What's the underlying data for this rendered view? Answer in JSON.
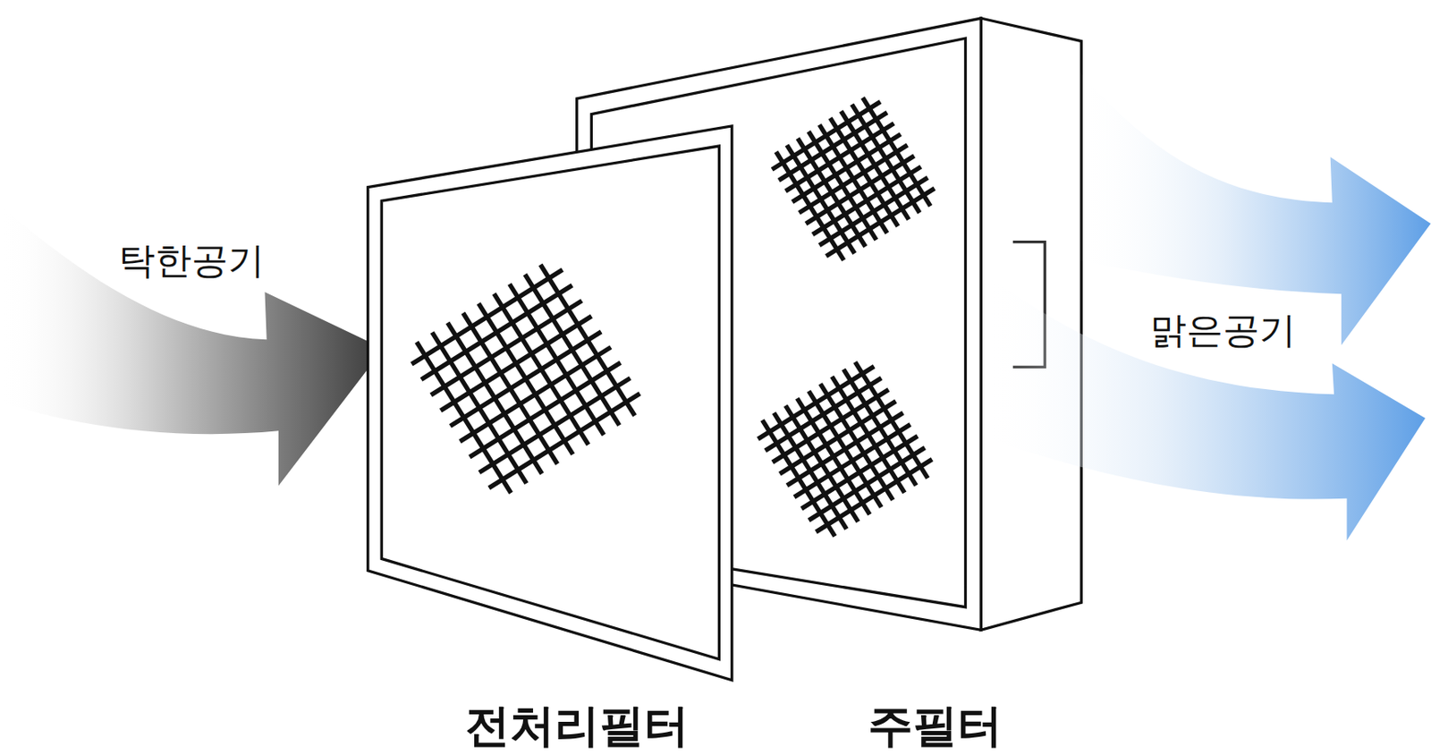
{
  "diagram": {
    "labels": [
      "탁한공기",
      "전처리필터",
      "주필터",
      "맑은공기"
    ]
  }
}
